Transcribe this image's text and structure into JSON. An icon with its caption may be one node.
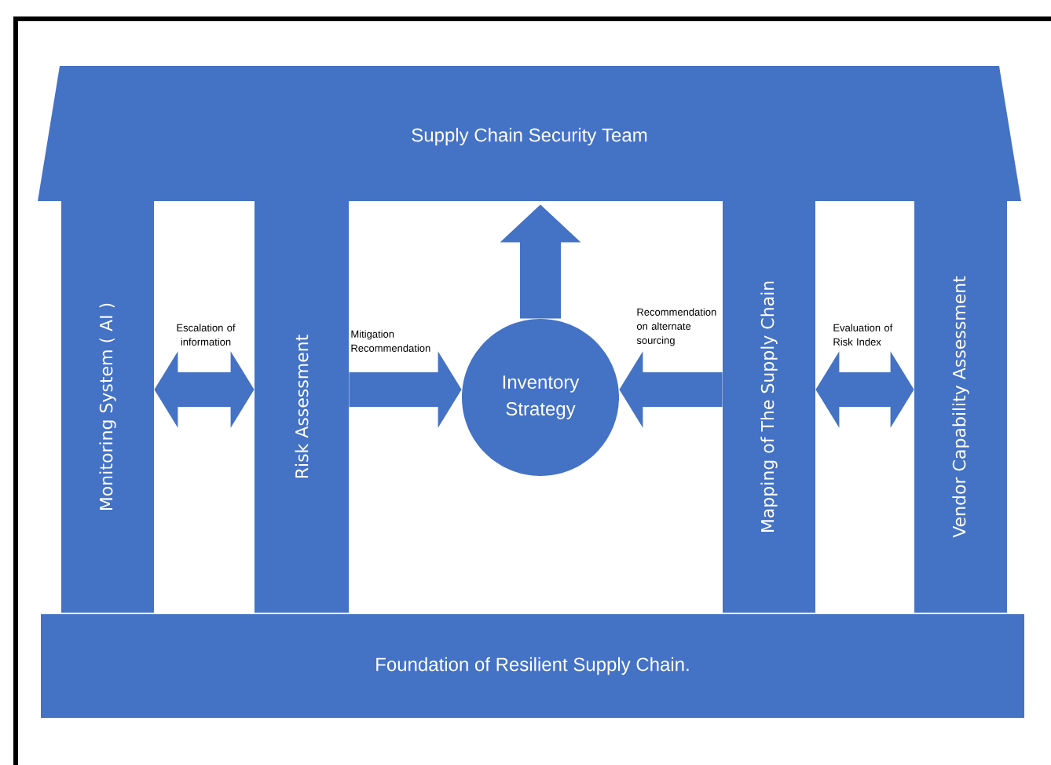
{
  "diagram": {
    "nodes": [
      {
        "text": [
          "Supply Chain Security Team"
        ]
      },
      {
        "text": [
          "Monitoring System ( AI )"
        ]
      },
      {
        "text": [
          "Risk Assessment"
        ]
      },
      {
        "text": [
          "Inventory Strategy"
        ]
      },
      {
        "text": [
          "Mapping of The Supply Chain"
        ]
      },
      {
        "text": [
          "Vendor Capability Assessment"
        ]
      },
      {
        "text": [
          "Foundation of Resilient Supply Chain."
        ]
      }
    ],
    "edges": [
      {
        "from": 1,
        "to": 2,
        "arrow": "both",
        "label": "Escalation of information"
      },
      {
        "from": 2,
        "to": 3,
        "arrow": "to",
        "label": "Mitigation Recommendation"
      },
      {
        "from": 4,
        "to": 3,
        "arrow": "to",
        "label": "Recommendation on alternate sourcing"
      },
      {
        "from": 4,
        "to": 5,
        "arrow": "both",
        "label": "Evaluation of Risk Index"
      },
      {
        "from": 3,
        "to": 0,
        "arrow": "to"
      }
    ]
  }
}
